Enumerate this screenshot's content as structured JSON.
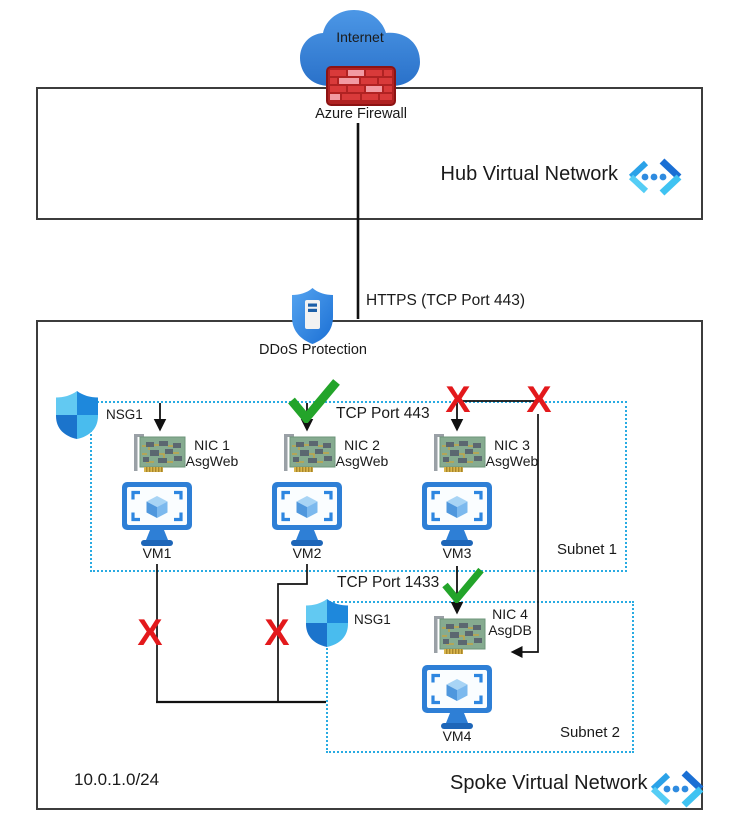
{
  "colors": {
    "subnet_border": "#29ABE2",
    "allow_green": "#23A42A",
    "deny_red": "#E3191C",
    "line_black": "#111111",
    "azure_blue": "#2E7FD6"
  },
  "internet": {
    "label": "Internet"
  },
  "azure_firewall": {
    "label": "Azure Firewall"
  },
  "hub_network": {
    "label": "Hub Virtual Network"
  },
  "https_connection": {
    "label": "HTTPS (TCP Port 443)"
  },
  "ddos_protection": {
    "label": "DDoS Protection"
  },
  "spoke_network": {
    "label": "Spoke Virtual Network",
    "address_space": "10.0.1.0/24"
  },
  "marks": {
    "deny": "X"
  },
  "subnet1": {
    "label": "Subnet 1",
    "nsg": {
      "label": "NSG1"
    },
    "rule": {
      "label": "TCP Port 443"
    },
    "nics": [
      {
        "name": "NIC 1",
        "asg": "AsgWeb"
      },
      {
        "name": "NIC 2",
        "asg": "AsgWeb"
      },
      {
        "name": "NIC 3",
        "asg": "AsgWeb"
      }
    ],
    "vms": [
      {
        "name": "VM1"
      },
      {
        "name": "VM2"
      },
      {
        "name": "VM3"
      }
    ]
  },
  "subnet2": {
    "label": "Subnet 2",
    "nsg": {
      "label": "NSG1"
    },
    "rule": {
      "label": "TCP Port 1433"
    },
    "nics": [
      {
        "name": "NIC 4",
        "asg": "AsgDB"
      }
    ],
    "vms": [
      {
        "name": "VM4"
      }
    ]
  }
}
